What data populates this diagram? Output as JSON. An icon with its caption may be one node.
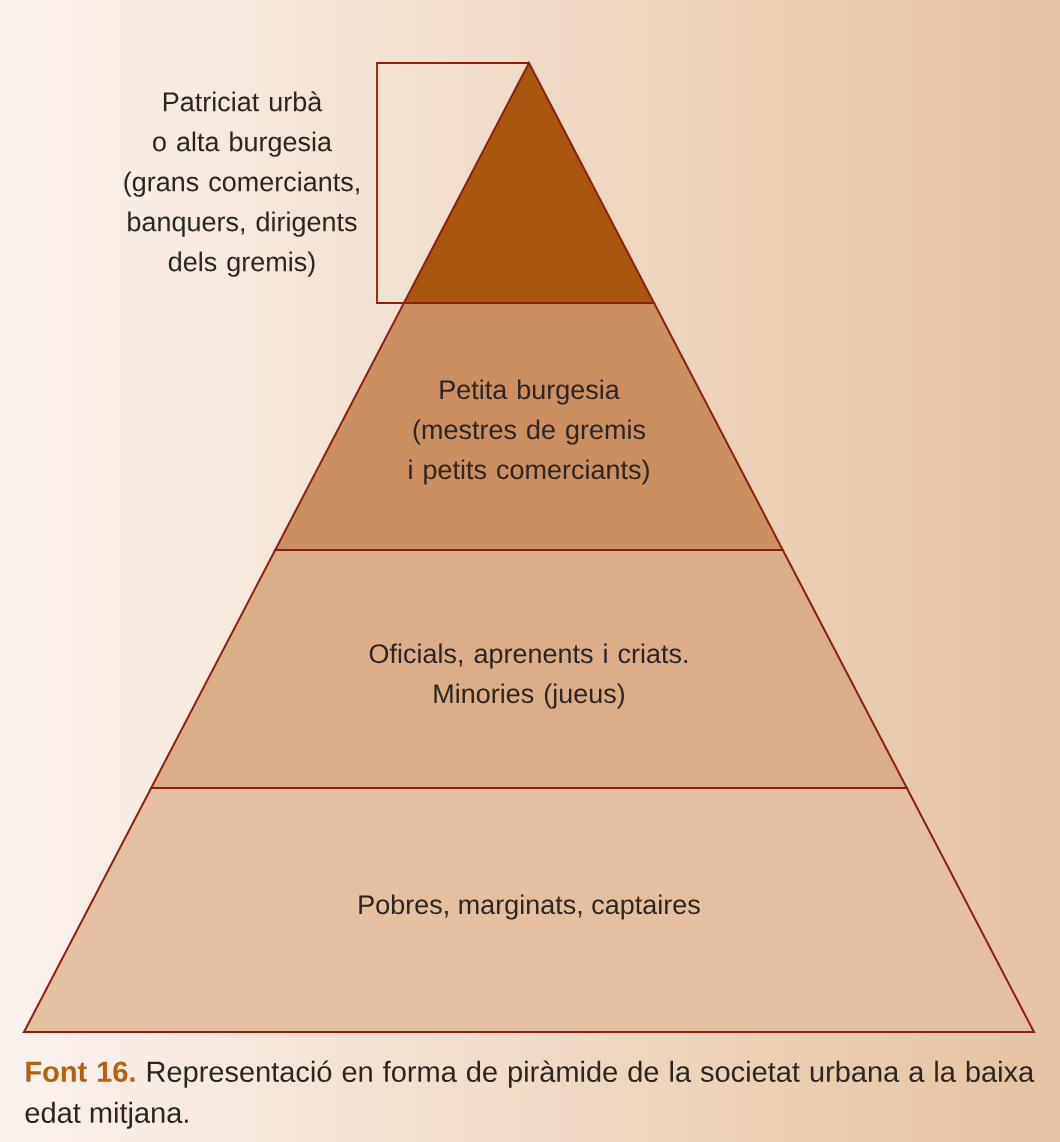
{
  "diagram": {
    "caption": "**Font 16.** Representació en forma de piràmide de la societat urbana a la baixa edat mitjana.",
    "nodes": [
      {
        "text": [],
        "shape": "triangle",
        "beside": [
          "Patriciat urbà o alta burgesia (grans comerciants, banquers, dirigents dels gremis)"
        ]
      },
      {
        "text": [
          "Petita burgesia (mestres de gremis i petits comerciants)"
        ]
      },
      {
        "text": [
          "Oficials, aprenents i criats. Minories (jueus)"
        ]
      },
      {
        "text": [
          "Pobres, marginats, captaires"
        ]
      }
    ]
  }
}
